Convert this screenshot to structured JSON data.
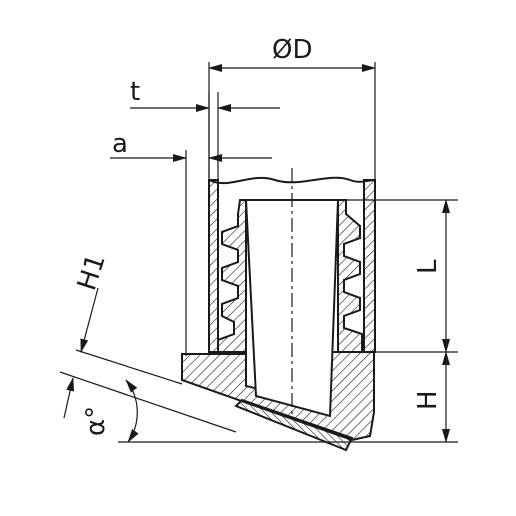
{
  "labels": {
    "diameter": "ØD",
    "t": "t",
    "a": "a",
    "L": "L",
    "H": "H",
    "H1": "H1",
    "alpha": "α°"
  }
}
